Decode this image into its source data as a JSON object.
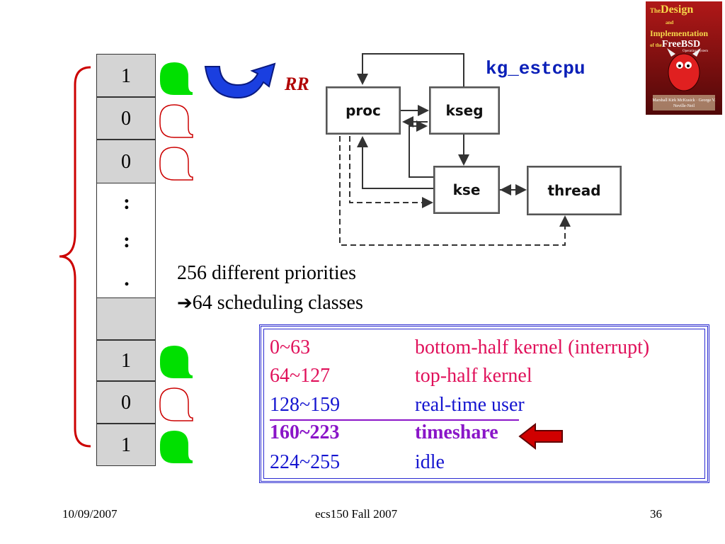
{
  "queue": {
    "cells_top": [
      "1",
      "0",
      "0"
    ],
    "dots": [
      ":",
      ":",
      "."
    ],
    "cells_bottom": [
      "",
      "1",
      "0",
      "1"
    ]
  },
  "rr_label": "RR",
  "diagram": {
    "estcpu_label": "kg_estcpu",
    "proc": "proc",
    "kseg": "kseg",
    "kse": "kse",
    "thread": "thread"
  },
  "priorities": {
    "line1": "256 different priorities",
    "arrow": "➔",
    "line2": "64 scheduling classes"
  },
  "classes": [
    {
      "range": "0~63",
      "name": "bottom-half kernel (interrupt)",
      "color": "#e0105a"
    },
    {
      "range": "64~127",
      "name": "top-half kernel",
      "color": "#e0105a"
    },
    {
      "range": "128~159",
      "name": "real-time user",
      "color": "#1515d0"
    },
    {
      "range": "160~223",
      "name": "timeshare",
      "color": "#8a15c8"
    },
    {
      "range": "224~255",
      "name": "idle",
      "color": "#1515d0"
    }
  ],
  "book": {
    "title_line1": "The",
    "title_line2": "Design",
    "title_line3": "and",
    "title_line4": "Implementation",
    "title_line5": "of the",
    "title_line6": "FreeBSD",
    "title_line7": "Operating System",
    "authors": "Marshall Kirk McKusick · George V. Neville-Neil"
  },
  "footer": {
    "date": "10/09/2007",
    "course": "ecs150 Fall 2007",
    "page": "36"
  },
  "colors": {
    "queue_active": "#00e000",
    "queue_empty": "#cc0000",
    "accent_blue": "#0a1fb8",
    "arrow_red": "#d00000",
    "brace": "#cc0000"
  }
}
